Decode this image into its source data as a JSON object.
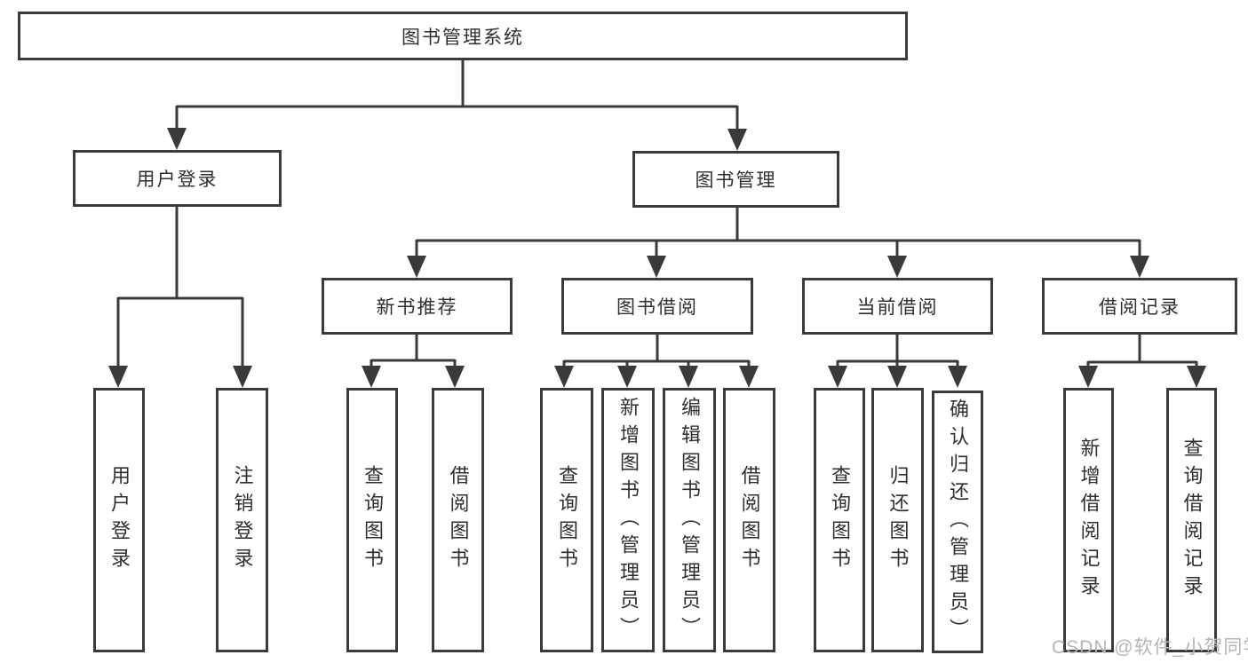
{
  "diagram": {
    "root": "图书管理系统",
    "level1": [
      "用户登录",
      "图书管理"
    ],
    "level2": [
      "新书推荐",
      "图书借阅",
      "当前借阅",
      "借阅记录"
    ],
    "login_leaves": [
      "用户登录",
      "注销登录"
    ],
    "recommend_leaves": [
      "查询图书",
      "借阅图书"
    ],
    "borrow_leaves": [
      "查询图书",
      "新增图书（管理员）",
      "编辑图书（管理员）",
      "借阅图书"
    ],
    "current_leaves": [
      "查询图书",
      "归还图书",
      "确认归还（管理员）"
    ],
    "record_leaves": [
      "新增借阅记录",
      "查询借阅记录"
    ]
  },
  "watermark": "CSDN @软件_小贺同学",
  "colors": {
    "line": "#3a3a3a",
    "text": "#2f2f2f",
    "watermark": "#b5b5b5",
    "background": "#ffffff"
  }
}
